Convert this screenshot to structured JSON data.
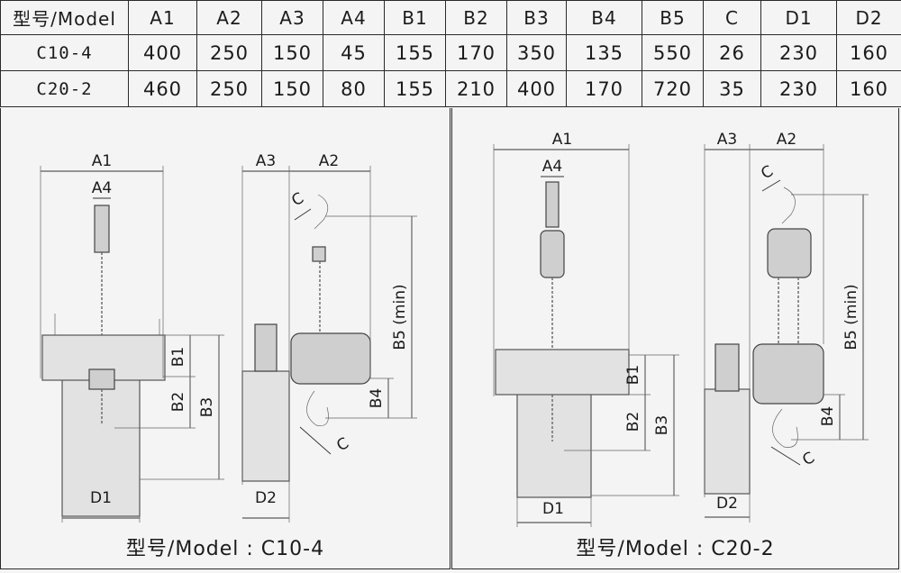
{
  "table": {
    "headers": [
      "型号/Model",
      "A1",
      "A2",
      "A3",
      "A4",
      "B1",
      "B2",
      "B3",
      "B4",
      "B5",
      "C",
      "D1",
      "D2"
    ],
    "rows": [
      [
        "C10-4",
        "400",
        "250",
        "150",
        "45",
        "155",
        "170",
        "350",
        "135",
        "550",
        "26",
        "230",
        "160"
      ],
      [
        "C20-2",
        "460",
        "250",
        "150",
        "80",
        "155",
        "210",
        "400",
        "170",
        "720",
        "35",
        "230",
        "160"
      ]
    ]
  },
  "labels": {
    "A1": "A1",
    "A2": "A2",
    "A3": "A3",
    "A4": "A4",
    "B1": "B1",
    "B2": "B2",
    "B3": "B3",
    "B4": "B4",
    "B5": "B5 (min)",
    "C": "C",
    "D1": "D1",
    "D2": "D2"
  },
  "panels": {
    "left_caption": "型号/Model : C10-4",
    "right_caption": "型号/Model : C20-2"
  }
}
